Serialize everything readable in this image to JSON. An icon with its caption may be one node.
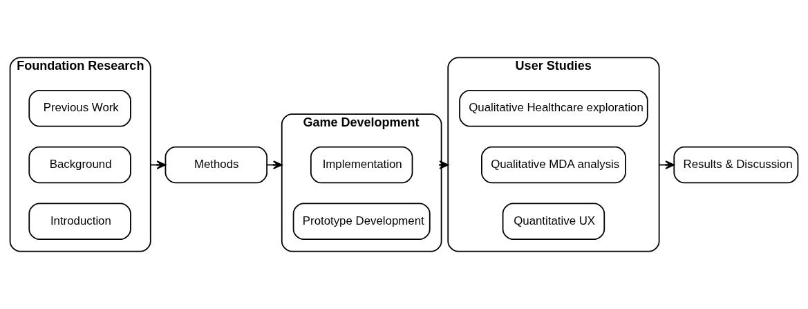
{
  "diagram": {
    "nodes": [
      {
        "text": [
          "Foundation Research"
        ]
      },
      {
        "text": [
          "Introduction"
        ],
        "in": 0
      },
      {
        "text": [
          "Background"
        ],
        "in": 0
      },
      {
        "text": [
          "Previous Work"
        ],
        "in": 0
      },
      {
        "text": [
          "Methods"
        ]
      },
      {
        "text": [
          "Game Development"
        ]
      },
      {
        "text": [
          "Prototype Development"
        ],
        "in": 5
      },
      {
        "text": [
          "Implementation"
        ],
        "in": 5
      },
      {
        "text": [
          "User Studies"
        ]
      },
      {
        "text": [
          "Quantitative UX"
        ],
        "in": 8
      },
      {
        "text": [
          "Qualitative MDA analysis"
        ],
        "in": 8
      },
      {
        "text": [
          "Qualitative Healthcare exploration"
        ],
        "in": 8
      },
      {
        "text": [
          "Results & Discussion"
        ]
      }
    ],
    "edges": [
      {
        "from": 0,
        "to": 4,
        "arrow": "to"
      },
      {
        "from": 4,
        "to": 5,
        "arrow": "to"
      },
      {
        "from": 5,
        "to": 8,
        "arrow": "to"
      },
      {
        "from": 8,
        "to": 12,
        "arrow": "to"
      }
    ]
  }
}
